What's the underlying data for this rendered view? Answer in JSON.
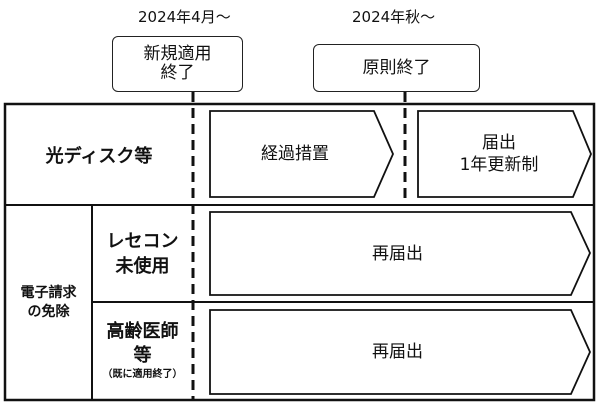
{
  "timeline": {
    "date_start": "2024年4月～",
    "date_autumn": "2024年秋～",
    "callout_start": [
      "新規適用",
      "終了"
    ],
    "callout_end": "原則終了"
  },
  "rows": {
    "disc": {
      "label": "光ディスク等",
      "phase1": "経過措置",
      "phase2": [
        "届出",
        "1年更新制"
      ]
    },
    "exempt_group": [
      "電子請求",
      "の免除"
    ],
    "receipt": {
      "label": [
        "レセコン",
        "未使用"
      ],
      "arrow": "再届出"
    },
    "elderly": {
      "label": [
        "高齢医師",
        "等"
      ],
      "note": "（既に適用終了）",
      "arrow": "再届出"
    }
  }
}
